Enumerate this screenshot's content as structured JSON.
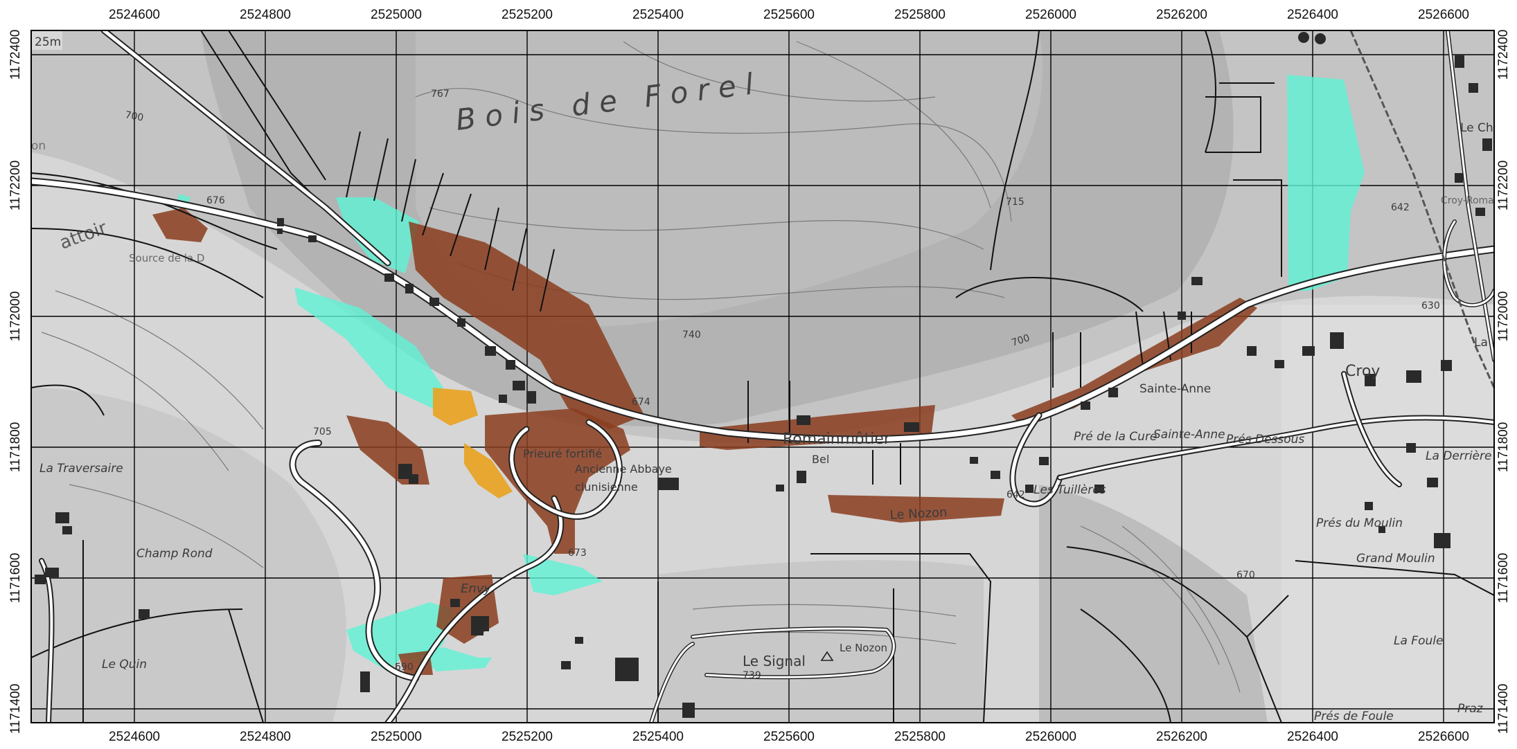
{
  "map": {
    "scale_label": "25m",
    "x_ticks": [
      "2524600",
      "2524800",
      "2525000",
      "2525200",
      "2525400",
      "2525600",
      "2525800",
      "2526000",
      "2526200",
      "2526400",
      "2526600"
    ],
    "y_ticks": [
      "1172400",
      "1172200",
      "1172000",
      "1171800",
      "1171600",
      "1171400"
    ],
    "place_labels": {
      "bois_de_forel": "B o i s   d e   F o r e l",
      "romainmotier": "Romainmôtier",
      "croy": "Croy",
      "sainte_anne": "Sainte-Anne",
      "sainte_anne_2": "Sainte-Anne",
      "pre_de_la_cure": "Pré de la Cure",
      "pres_dessous": "Prés Dessous",
      "la_derriere": "La Derrière",
      "les_tuilleres": "Les Tuillères",
      "le_nozon": "Le Nozon",
      "le_nozon_2": "Le Nozon",
      "pres_du_moulin": "Prés du Moulin",
      "grand_moulin": "Grand Moulin",
      "la_foule": "La Foule",
      "pres_de_foule": "Prés de Foule",
      "praz": "Praz",
      "le_signal": "Le Signal",
      "le_quin": "Le Quin",
      "champ_rond": "Champ Rond",
      "la_traversaire": "La Traversaire",
      "source": "Source de la D",
      "attoir": "attoir",
      "envy": "Envy",
      "prieure": "Prieuré fortifié",
      "abbaye": "Ancienne Abbaye",
      "clunisienne": "clunisienne",
      "le_ch": "Le Ch",
      "croy_romain": "Croy-Romain",
      "la_right": "La",
      "on_left": "on",
      "bel": "Bel"
    },
    "elevations": [
      "767",
      "700",
      "676",
      "715",
      "740",
      "700",
      "674",
      "705",
      "642",
      "673",
      "670",
      "739",
      "642",
      "690",
      "630"
    ]
  }
}
